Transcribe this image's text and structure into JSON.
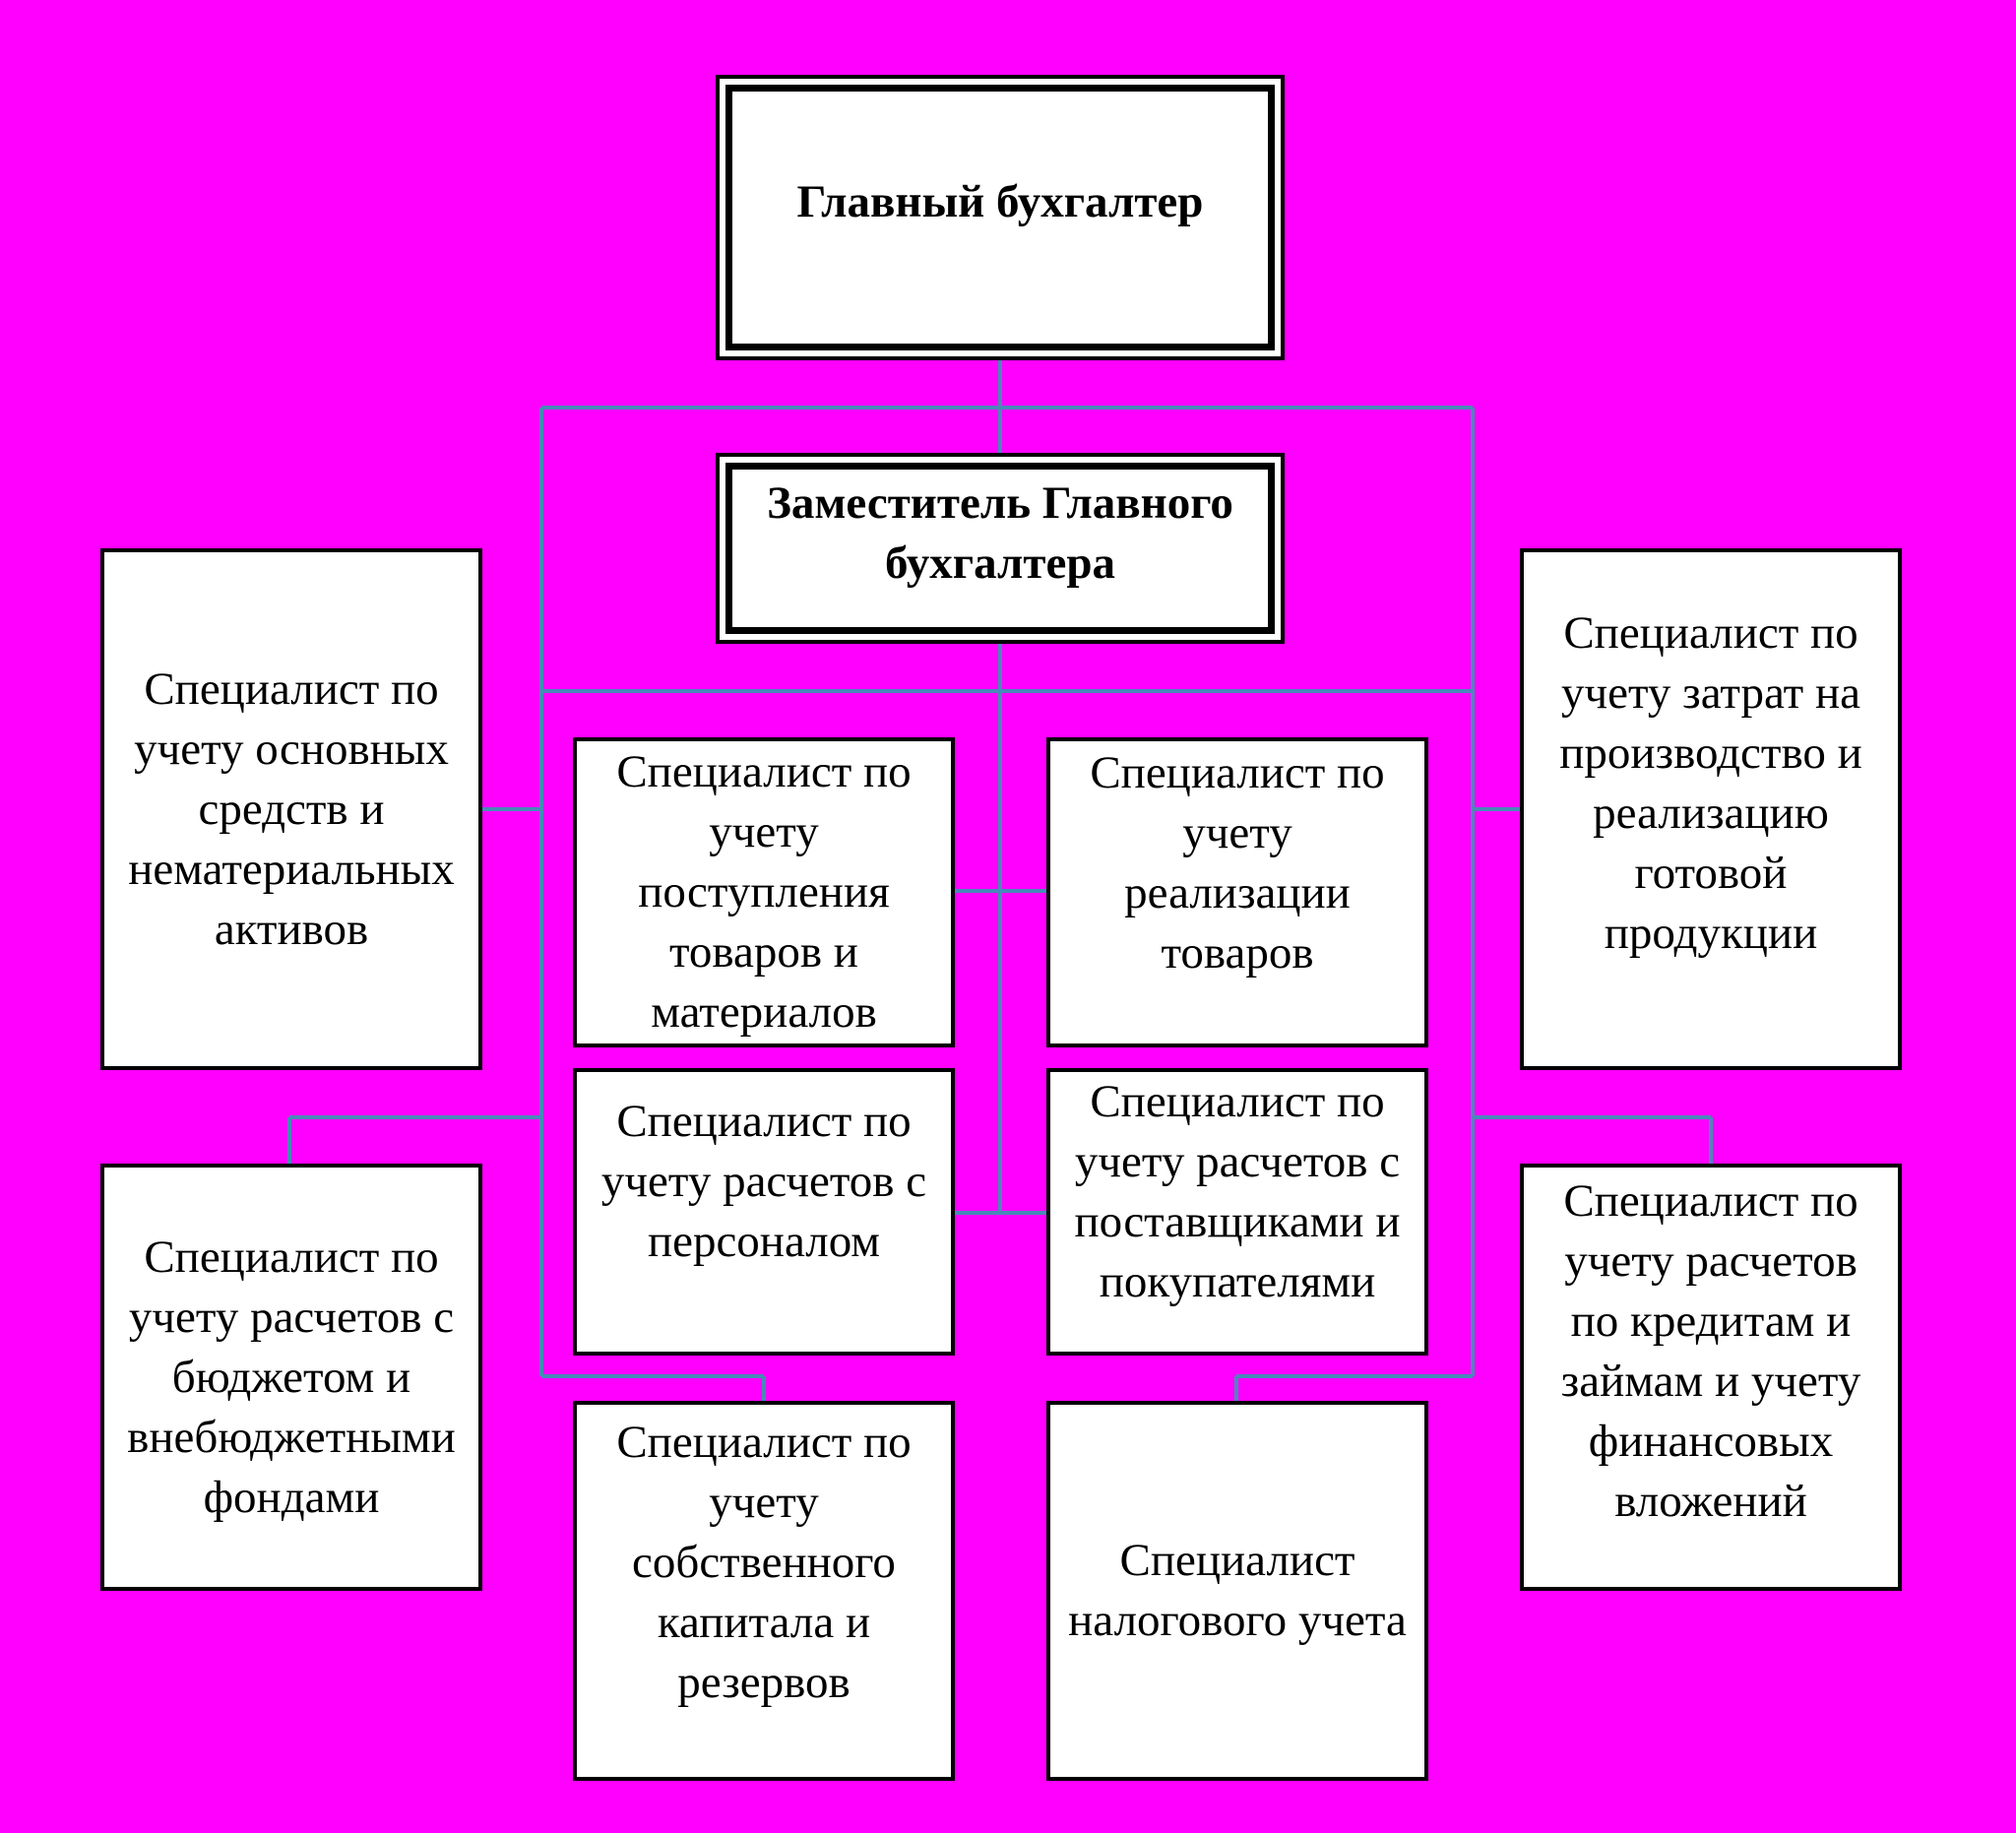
{
  "colors": {
    "background": "#ff00ff",
    "box_fill": "#ffffff",
    "box_border": "#000000",
    "connector": "#4a88b8"
  },
  "chief": {
    "label": "Главный бухгалтер"
  },
  "deputy": {
    "label": "Заместитель Главного\nбухгалтера"
  },
  "specialists": {
    "fixed_assets": "Специалист по\nучету основных\nсредств и\nнематериальных\nактивов",
    "receipts": "Специалист по\nучету\nпоступления\nтоваров и\nматериалов",
    "sales": "Специалист по\nучету\nреализации\nтоваров",
    "costs": "Специалист по\nучету затрат на\nпроизводство и\nреализацию\nготовой\nпродукции",
    "personnel": "Специалист по\nучету расчетов с\nперсоналом",
    "suppliers": "Специалист по\nучету расчетов с\nпоставщиками и\nпокупателями",
    "budget": "Специалист по\nучету расчетов с\nбюджетом и\nвнебюджетными\nфондами",
    "credits": "Специалист по\nучету расчетов\nпо кредитам и\nзаймам и учету\nфинансовых\nвложений",
    "equity": "Специалист по\nучету\nсобственного\nкапитала и\nрезервов",
    "tax": "Специалист\nналогового учета"
  }
}
